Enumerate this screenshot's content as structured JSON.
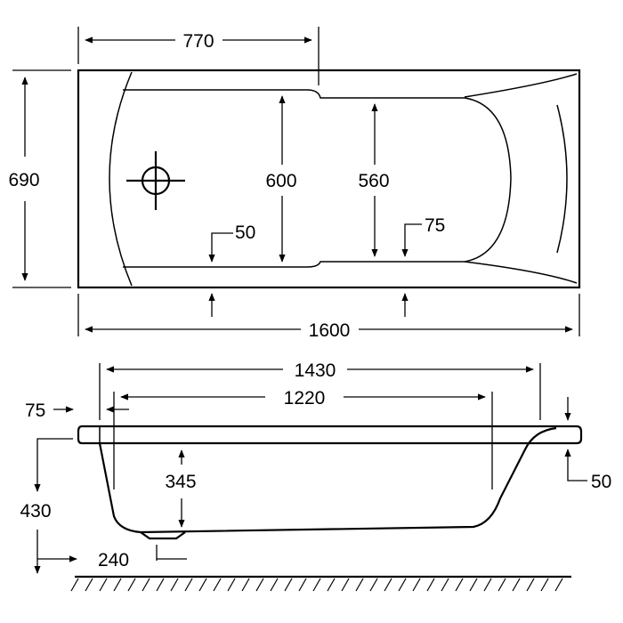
{
  "plan_view": {
    "overall_length": "1600",
    "overall_width": "690",
    "offset_to_step": "770",
    "inner_width_foot": "600",
    "inner_width_head": "560",
    "rim_foot": "50",
    "rim_head": "75"
  },
  "side_view": {
    "top_length": "1430",
    "bottom_length": "1220",
    "left_rim": "75",
    "right_rim": "50",
    "depth": "345",
    "height": "430",
    "waste_offset": "240"
  }
}
